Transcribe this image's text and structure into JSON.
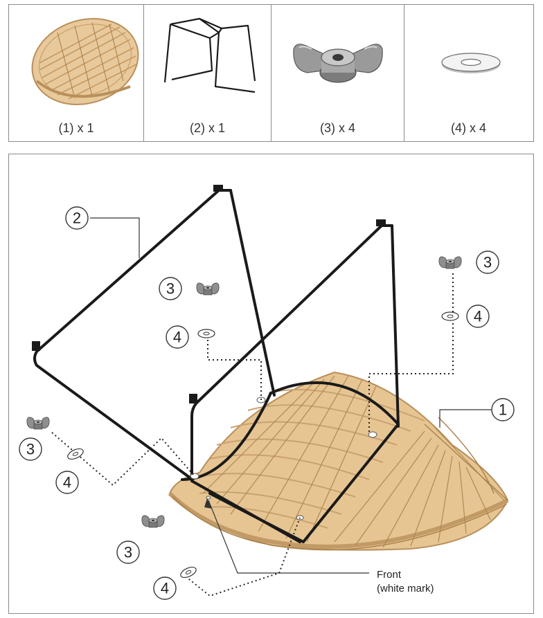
{
  "parts": [
    {
      "number": "1",
      "label": "(1) x 1",
      "icon": "rattan-seat-icon"
    },
    {
      "number": "2",
      "label": "(2) x 1",
      "icon": "metal-frame-icon"
    },
    {
      "number": "3",
      "label": "(3) x 4",
      "icon": "wing-nut-icon"
    },
    {
      "number": "4",
      "label": "(4) x 4",
      "icon": "washer-icon"
    }
  ],
  "callouts": {
    "frame": "2",
    "seat": "1",
    "wing_nut": "3",
    "washer": "4"
  },
  "annotation": {
    "line1": "Front",
    "line2": "(white mark)"
  },
  "colors": {
    "border": "#8a8a8a",
    "frame": "#1a1a1a",
    "rattan": "#e2bf8c",
    "rattan_dark": "#b98f5a",
    "metal": "#8f8f8f"
  }
}
